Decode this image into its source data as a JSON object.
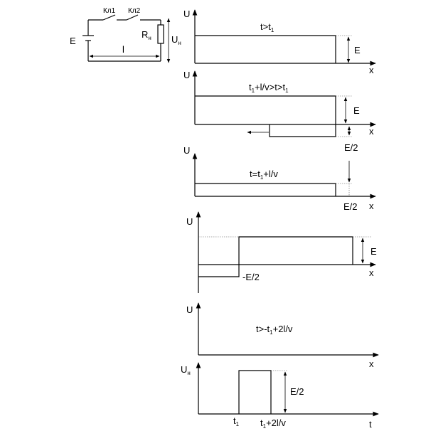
{
  "circuit": {
    "source_label": "E",
    "switch1_label": "Кл1",
    "switch2_label": "Кл2",
    "resistor_label": "R",
    "resistor_sub": "н",
    "voltage_label": "U",
    "voltage_sub": "н",
    "length_label": "l"
  },
  "panels": [
    {
      "y_label": "U",
      "x_label": "x",
      "condition": "t>t",
      "condition_sub": "1",
      "e_label": "E"
    },
    {
      "y_label": "U",
      "x_label": "x",
      "condition_a": "t",
      "condition_a_sub": "1",
      "condition_b": "+l/v>t>t",
      "condition_b_sub": "1",
      "e_label": "E",
      "half_label": "E/2"
    },
    {
      "y_label": "U",
      "x_label": "x",
      "condition_a": "t=t",
      "condition_a_sub": "1",
      "condition_b": "+l/v",
      "half_label": "E/2"
    },
    {
      "y_label": "U",
      "x_label": "x",
      "e_label": "E",
      "neg_label": "-E/2"
    },
    {
      "y_label": "U",
      "x_label": "x",
      "condition_a": "t>-t",
      "condition_a_sub": "1",
      "condition_b": "+2l/v"
    },
    {
      "y_label": "U",
      "y_sub": "н",
      "x_label": "t",
      "half_label": "E/2",
      "t1_label": "t",
      "t1_sub": "1",
      "t2_label": "t",
      "t2_sub": "1",
      "t2_rest": "+2l/v"
    }
  ]
}
